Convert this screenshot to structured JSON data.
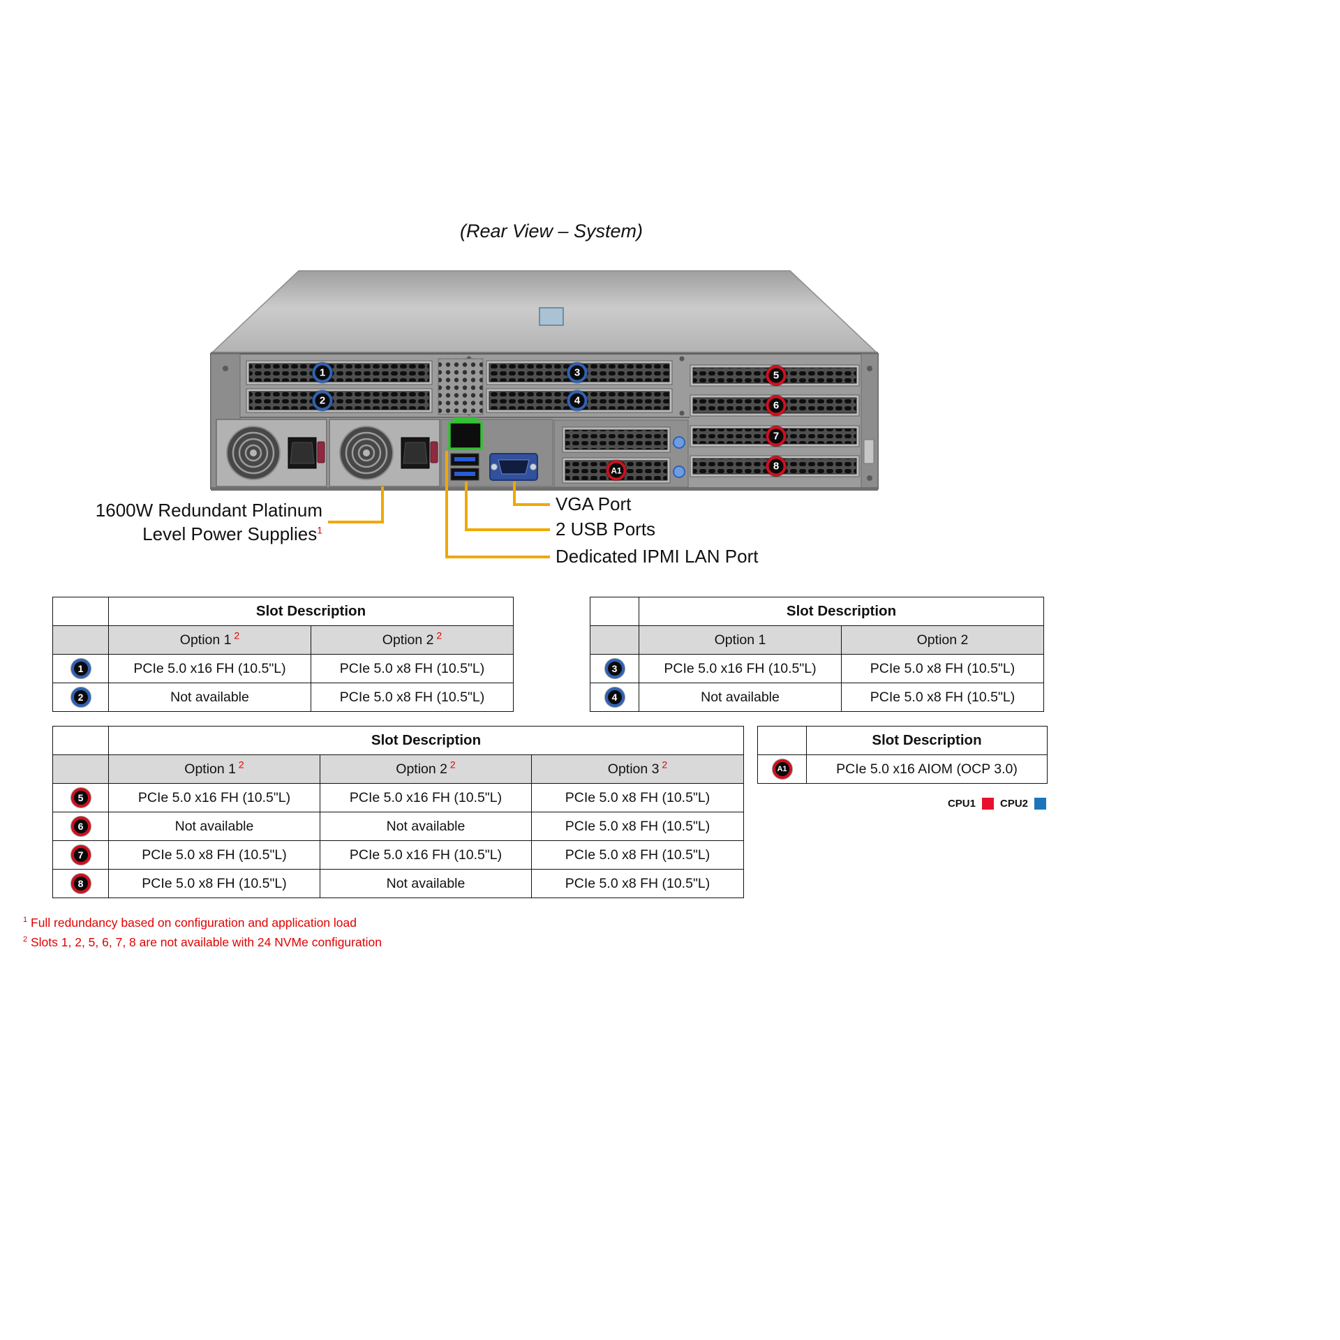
{
  "title": "(Rear View – System)",
  "server": {
    "slot_labels": [
      "1",
      "2",
      "3",
      "4",
      "5",
      "6",
      "7",
      "8"
    ],
    "aiom_label": "A1"
  },
  "callouts": {
    "psu_line1": "1600W Redundant Platinum",
    "psu_line2": "Level Power Supplies",
    "psu_sup": "1",
    "vga": "VGA Port",
    "usb": "2 USB Ports",
    "ipmi": "Dedicated IPMI LAN Port"
  },
  "tables": {
    "t12": {
      "header": "Slot Description",
      "col1": "Option 1",
      "col1_sup": "2",
      "col2": "Option 2",
      "col2_sup": "2",
      "rows": [
        {
          "badge": "1",
          "cells": [
            "PCIe 5.0 x16 FH (10.5\"L)",
            "PCIe 5.0 x8 FH (10.5\"L)"
          ]
        },
        {
          "badge": "2",
          "cells": [
            "Not available",
            "PCIe 5.0 x8 FH (10.5\"L)"
          ]
        }
      ]
    },
    "t34": {
      "header": "Slot Description",
      "col1": "Option 1",
      "col2": "Option 2",
      "rows": [
        {
          "badge": "3",
          "cells": [
            "PCIe 5.0 x16 FH (10.5\"L)",
            "PCIe 5.0 x8 FH (10.5\"L)"
          ]
        },
        {
          "badge": "4",
          "cells": [
            "Not available",
            "PCIe 5.0 x8 FH (10.5\"L)"
          ]
        }
      ]
    },
    "t5678": {
      "header": "Slot Description",
      "col1": "Option 1",
      "col1_sup": "2",
      "col2": "Option 2",
      "col2_sup": "2",
      "col3": "Option 3",
      "col3_sup": "2",
      "rows": [
        {
          "badge": "5",
          "cells": [
            "PCIe 5.0 x16 FH (10.5\"L)",
            "PCIe 5.0 x16 FH (10.5\"L)",
            "PCIe 5.0 x8 FH (10.5\"L)"
          ]
        },
        {
          "badge": "6",
          "cells": [
            "Not available",
            "Not available",
            "PCIe 5.0 x8 FH (10.5\"L)"
          ]
        },
        {
          "badge": "7",
          "cells": [
            "PCIe 5.0 x8 FH (10.5\"L)",
            "PCIe 5.0 x16 FH (10.5\"L)",
            "PCIe 5.0 x8 FH (10.5\"L)"
          ]
        },
        {
          "badge": "8",
          "cells": [
            "PCIe 5.0 x8 FH (10.5\"L)",
            "Not available",
            "PCIe 5.0 x8 FH (10.5\"L)"
          ]
        }
      ]
    },
    "ta1": {
      "header": "Slot Description",
      "badge": "A1",
      "value": "PCIe 5.0 x16 AIOM (OCP 3.0)"
    }
  },
  "legend": {
    "cpu1": "CPU1",
    "cpu2": "CPU2"
  },
  "footnotes": [
    {
      "sup": "1",
      "text": "Full redundancy based on configuration and application load"
    },
    {
      "sup": "2",
      "text": "Slots 1, 2, 5, 6, 7, 8 are not available with 24 NVMe configuration"
    }
  ],
  "colors": {
    "callout_line": "#F0A800",
    "slot_badge_blue": "#2F62B5",
    "slot_badge_red": "#CF1020",
    "table_header_gray": "#D9D9D9",
    "footnote_red": "#E00000",
    "cpu1_red": "#E8112D",
    "cpu2_blue": "#1B75BC",
    "ipmi_green": "#34C134"
  }
}
